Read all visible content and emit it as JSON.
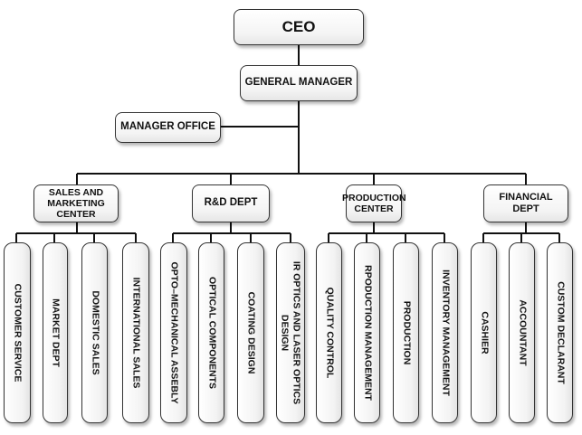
{
  "top": {
    "ceo": "CEO",
    "general_manager": "GENERAL MANAGER",
    "manager_office": "MANAGER OFFICE"
  },
  "departments": [
    {
      "name": "SALES AND MARKETING CENTER",
      "units": [
        "CUSTOMER SERVICE",
        "MARKET DEPT",
        "DOMESTIC SALES",
        "INTERNATIONAL SALES"
      ]
    },
    {
      "name": "R&D DEPT",
      "units": [
        "OPTO–MECHANICAL ASSEBLY",
        "OPTICAL COMPONENTS",
        "COATING DESIGN",
        "IR OPTICS AND LASER OPTICS DESIGN"
      ]
    },
    {
      "name": "PRODUCTION CENTER",
      "units": [
        "QUALITY CONTROL",
        "RPODUCTION MANAGEMENT",
        "PRODUCTION",
        "INVENTORY MANAGEMENT"
      ]
    },
    {
      "name": "FINANCIAL DEPT",
      "units": [
        "CASHIER",
        "ACCOUNTANT",
        "CUSTOM DECLARANT"
      ]
    }
  ]
}
